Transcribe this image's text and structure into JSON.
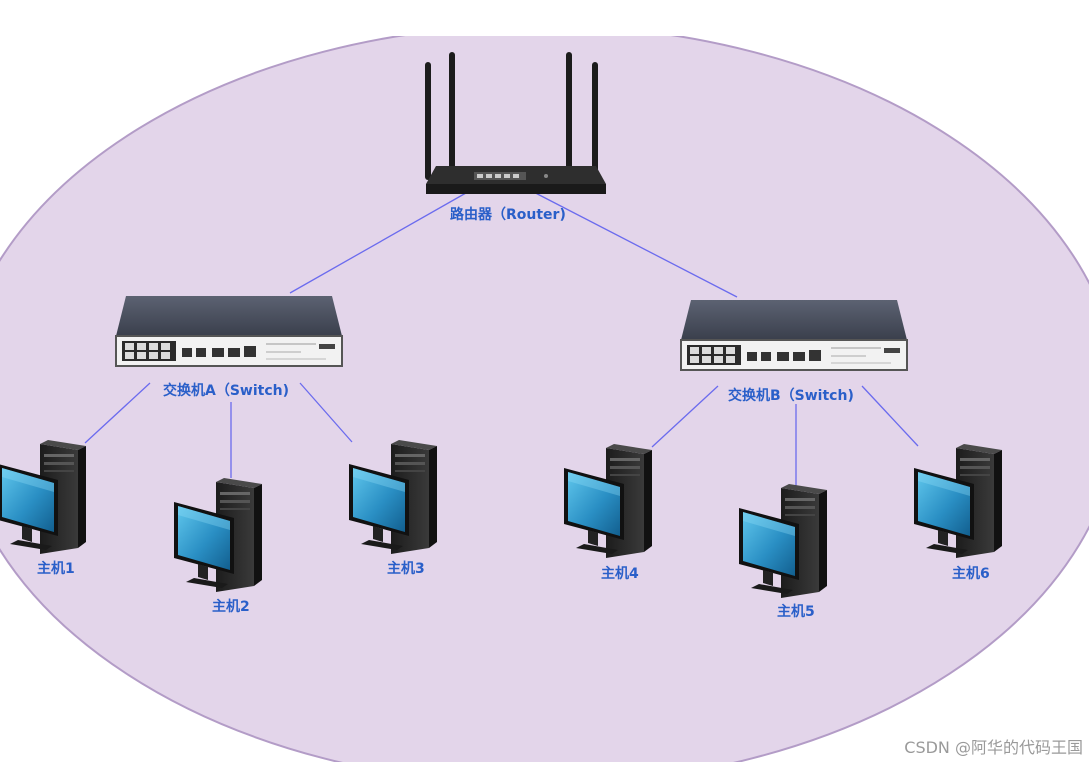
{
  "nodes": {
    "router": {
      "label": "路由器（Router)"
    },
    "switch_a": {
      "label": "交换机A（Switch)"
    },
    "switch_b": {
      "label": "交换机B（Switch)"
    },
    "hosts": [
      {
        "label": "主机1"
      },
      {
        "label": "主机2"
      },
      {
        "label": "主机3"
      },
      {
        "label": "主机4"
      },
      {
        "label": "主机5"
      },
      {
        "label": "主机6"
      }
    ]
  },
  "colors": {
    "background_ellipse": "#e3d5ea",
    "ellipse_border": "#b39cc7",
    "link": "#6b6bee",
    "label": "#2a5fc9"
  },
  "watermark": "CSDN @阿华的代码王国"
}
